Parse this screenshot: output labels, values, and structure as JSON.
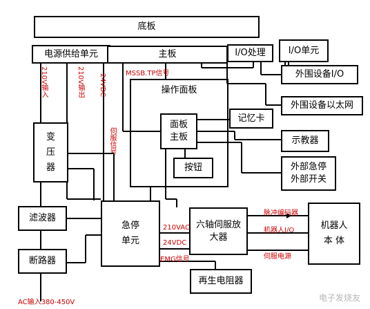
{
  "boxes": {
    "base_board": "底板",
    "power_supply": "电源供给单元",
    "main_board": "主板",
    "io_processing": "I/O处理",
    "io_unit": "I/O单元",
    "peripheral_io": "外围设备I/O",
    "operation_panel": "操作面板",
    "peripheral_ethernet": "外围设备以太网",
    "memory_card": "记忆卡",
    "panel_board": "面板\n主板",
    "teach_pendant": "示教器",
    "button": "按钮",
    "estop_switch": "外部急停\n外部开关",
    "transformer": "变\n压\n器",
    "filter": "滤波器",
    "breaker": "断路器",
    "estop_unit": "急停\n单元",
    "servo_amp": "六轴伺服放\n大器",
    "robot_body": "机器人\n本 体",
    "regen_resistor": "再生电阻器"
  },
  "labels": {
    "v210_in": "210V输入",
    "v210_out": "210V输出",
    "vdc24_left": "24VDC",
    "servo_signal": "伺服信号",
    "mssb": "MSSB.TP信号",
    "vac210": "210VAC",
    "vdc24": "24VDC",
    "emg": "EMG信号",
    "pulse_encoder": "脉冲编码器",
    "robot_io": "机器人I/O",
    "servo_power": "伺服电源",
    "ac_input": "AC输入380-450V"
  },
  "watermark": "电子发烧友"
}
